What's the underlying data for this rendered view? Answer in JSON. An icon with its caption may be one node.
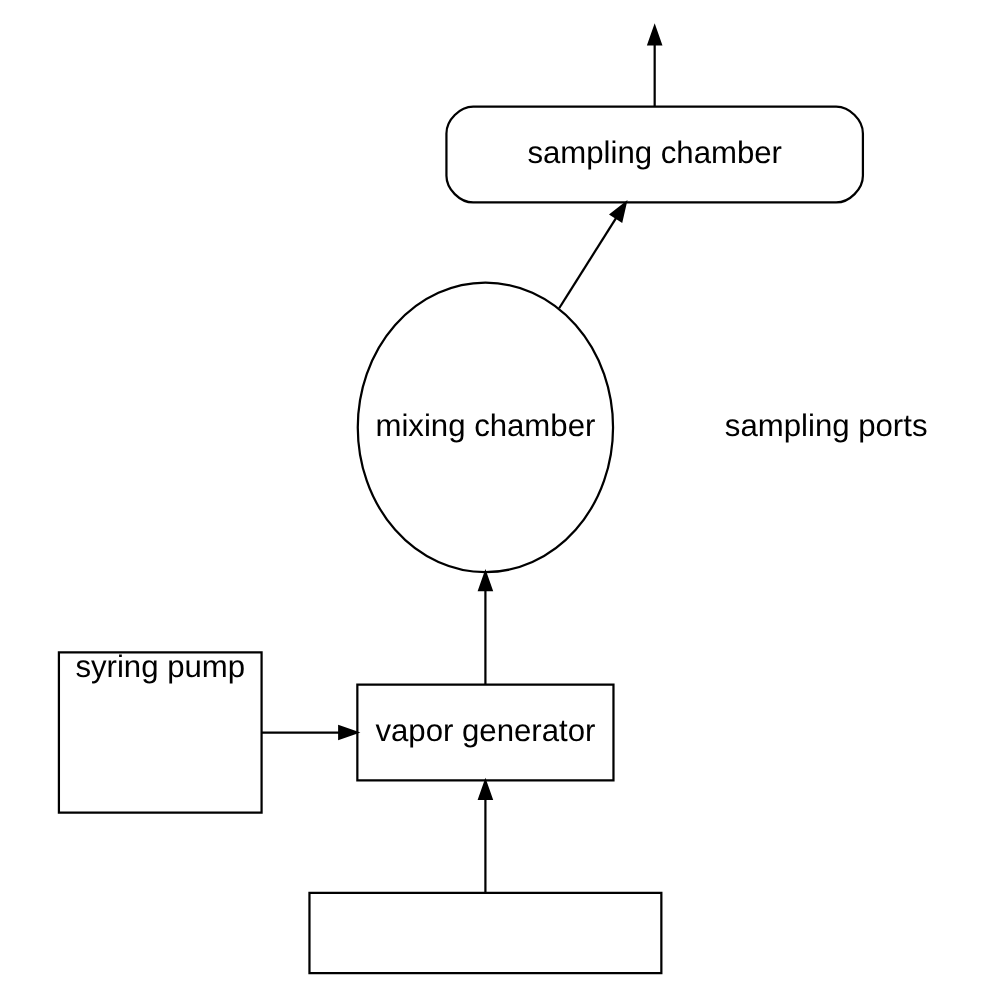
{
  "diagram": {
    "nodes": [
      {
        "text": [
          "sampling chamber"
        ]
      },
      {
        "text": [
          "mixing chamber"
        ]
      },
      {
        "text": [
          "syring pump"
        ]
      },
      {
        "text": [
          "vapor generator"
        ]
      },
      {
        "text": [],
        "shape": "box"
      }
    ],
    "edges": [
      {
        "from": 0,
        "to": null,
        "arrow": "to"
      },
      {
        "from": 1,
        "to": 0,
        "arrow": "to"
      },
      {
        "from": 2,
        "to": 3,
        "arrow": "to"
      },
      {
        "from": 3,
        "to": 1,
        "arrow": "to"
      },
      {
        "from": 4,
        "to": 3,
        "arrow": "to"
      }
    ],
    "labels": [
      "sampling ports"
    ]
  }
}
